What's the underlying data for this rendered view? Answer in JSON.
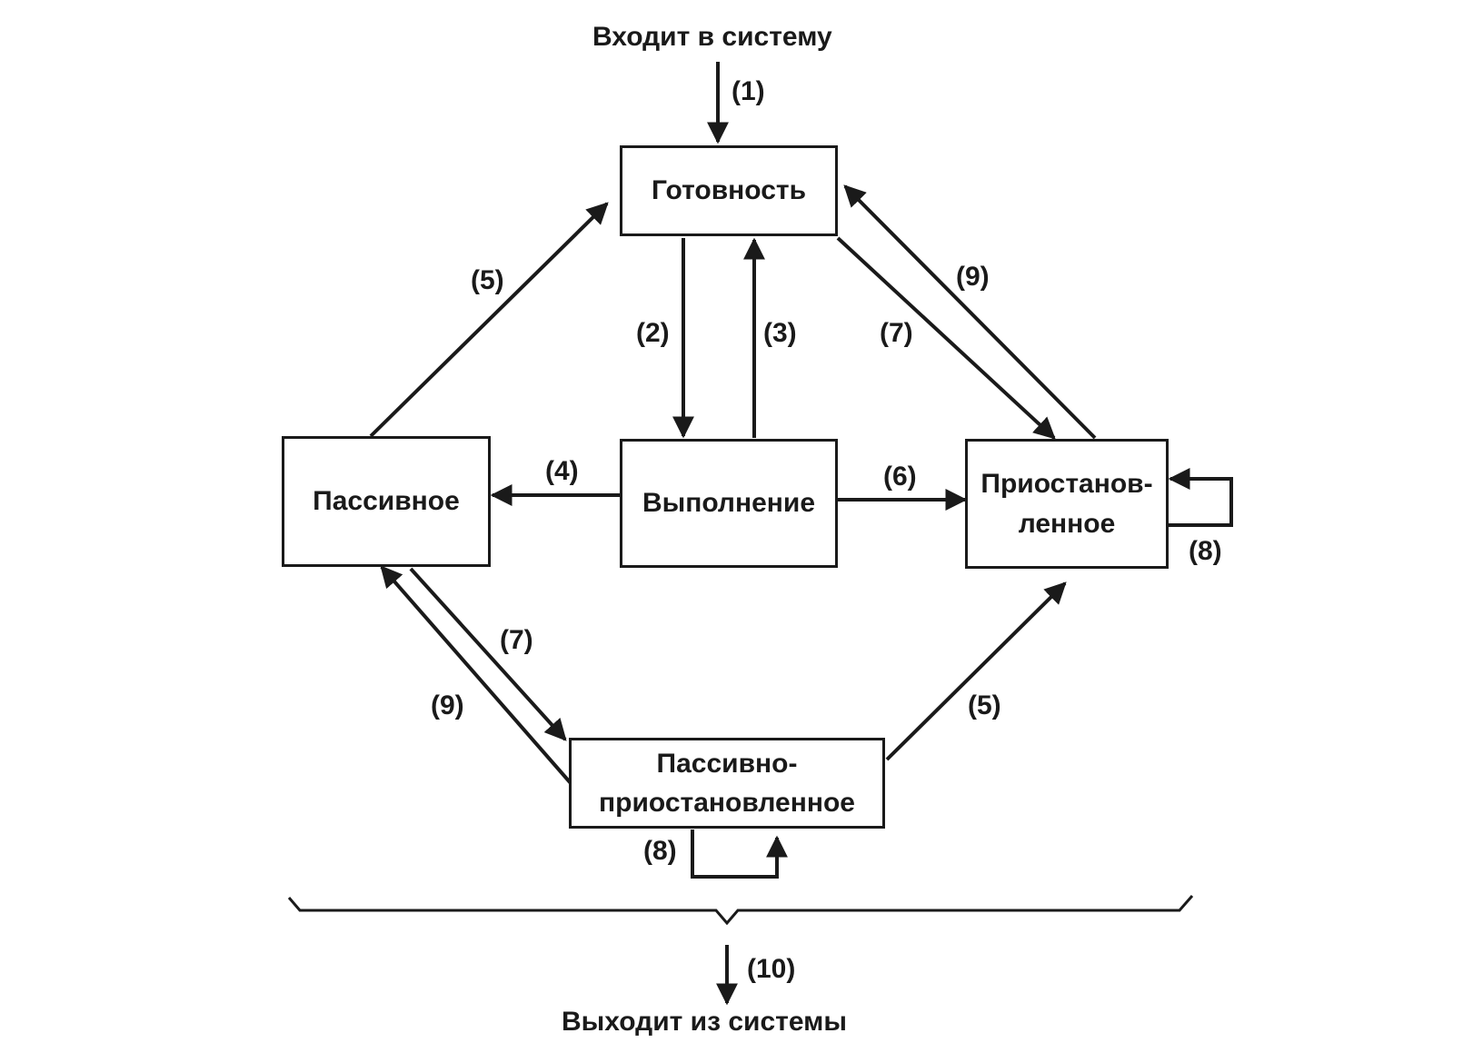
{
  "entry_label": "Входит в систему",
  "exit_label": "Выходит из системы",
  "states": {
    "ready": "Готовность",
    "running": "Выполнение",
    "passive": "Пассивное",
    "suspended": [
      "Приостанов-",
      "ленное"
    ],
    "passive_suspended": [
      "Пассивно-",
      "приостановленное"
    ]
  },
  "transitions": {
    "t1": "(1)",
    "t2": "(2)",
    "t3": "(3)",
    "t4": "(4)",
    "t5_top": "(5)",
    "t5_bottom": "(5)",
    "t6": "(6)",
    "t7_top": "(7)",
    "t7_bottom": "(7)",
    "t8_right": "(8)",
    "t8_bottom": "(8)",
    "t9_top": "(9)",
    "t9_bottom": "(9)",
    "t10": "(10)"
  }
}
